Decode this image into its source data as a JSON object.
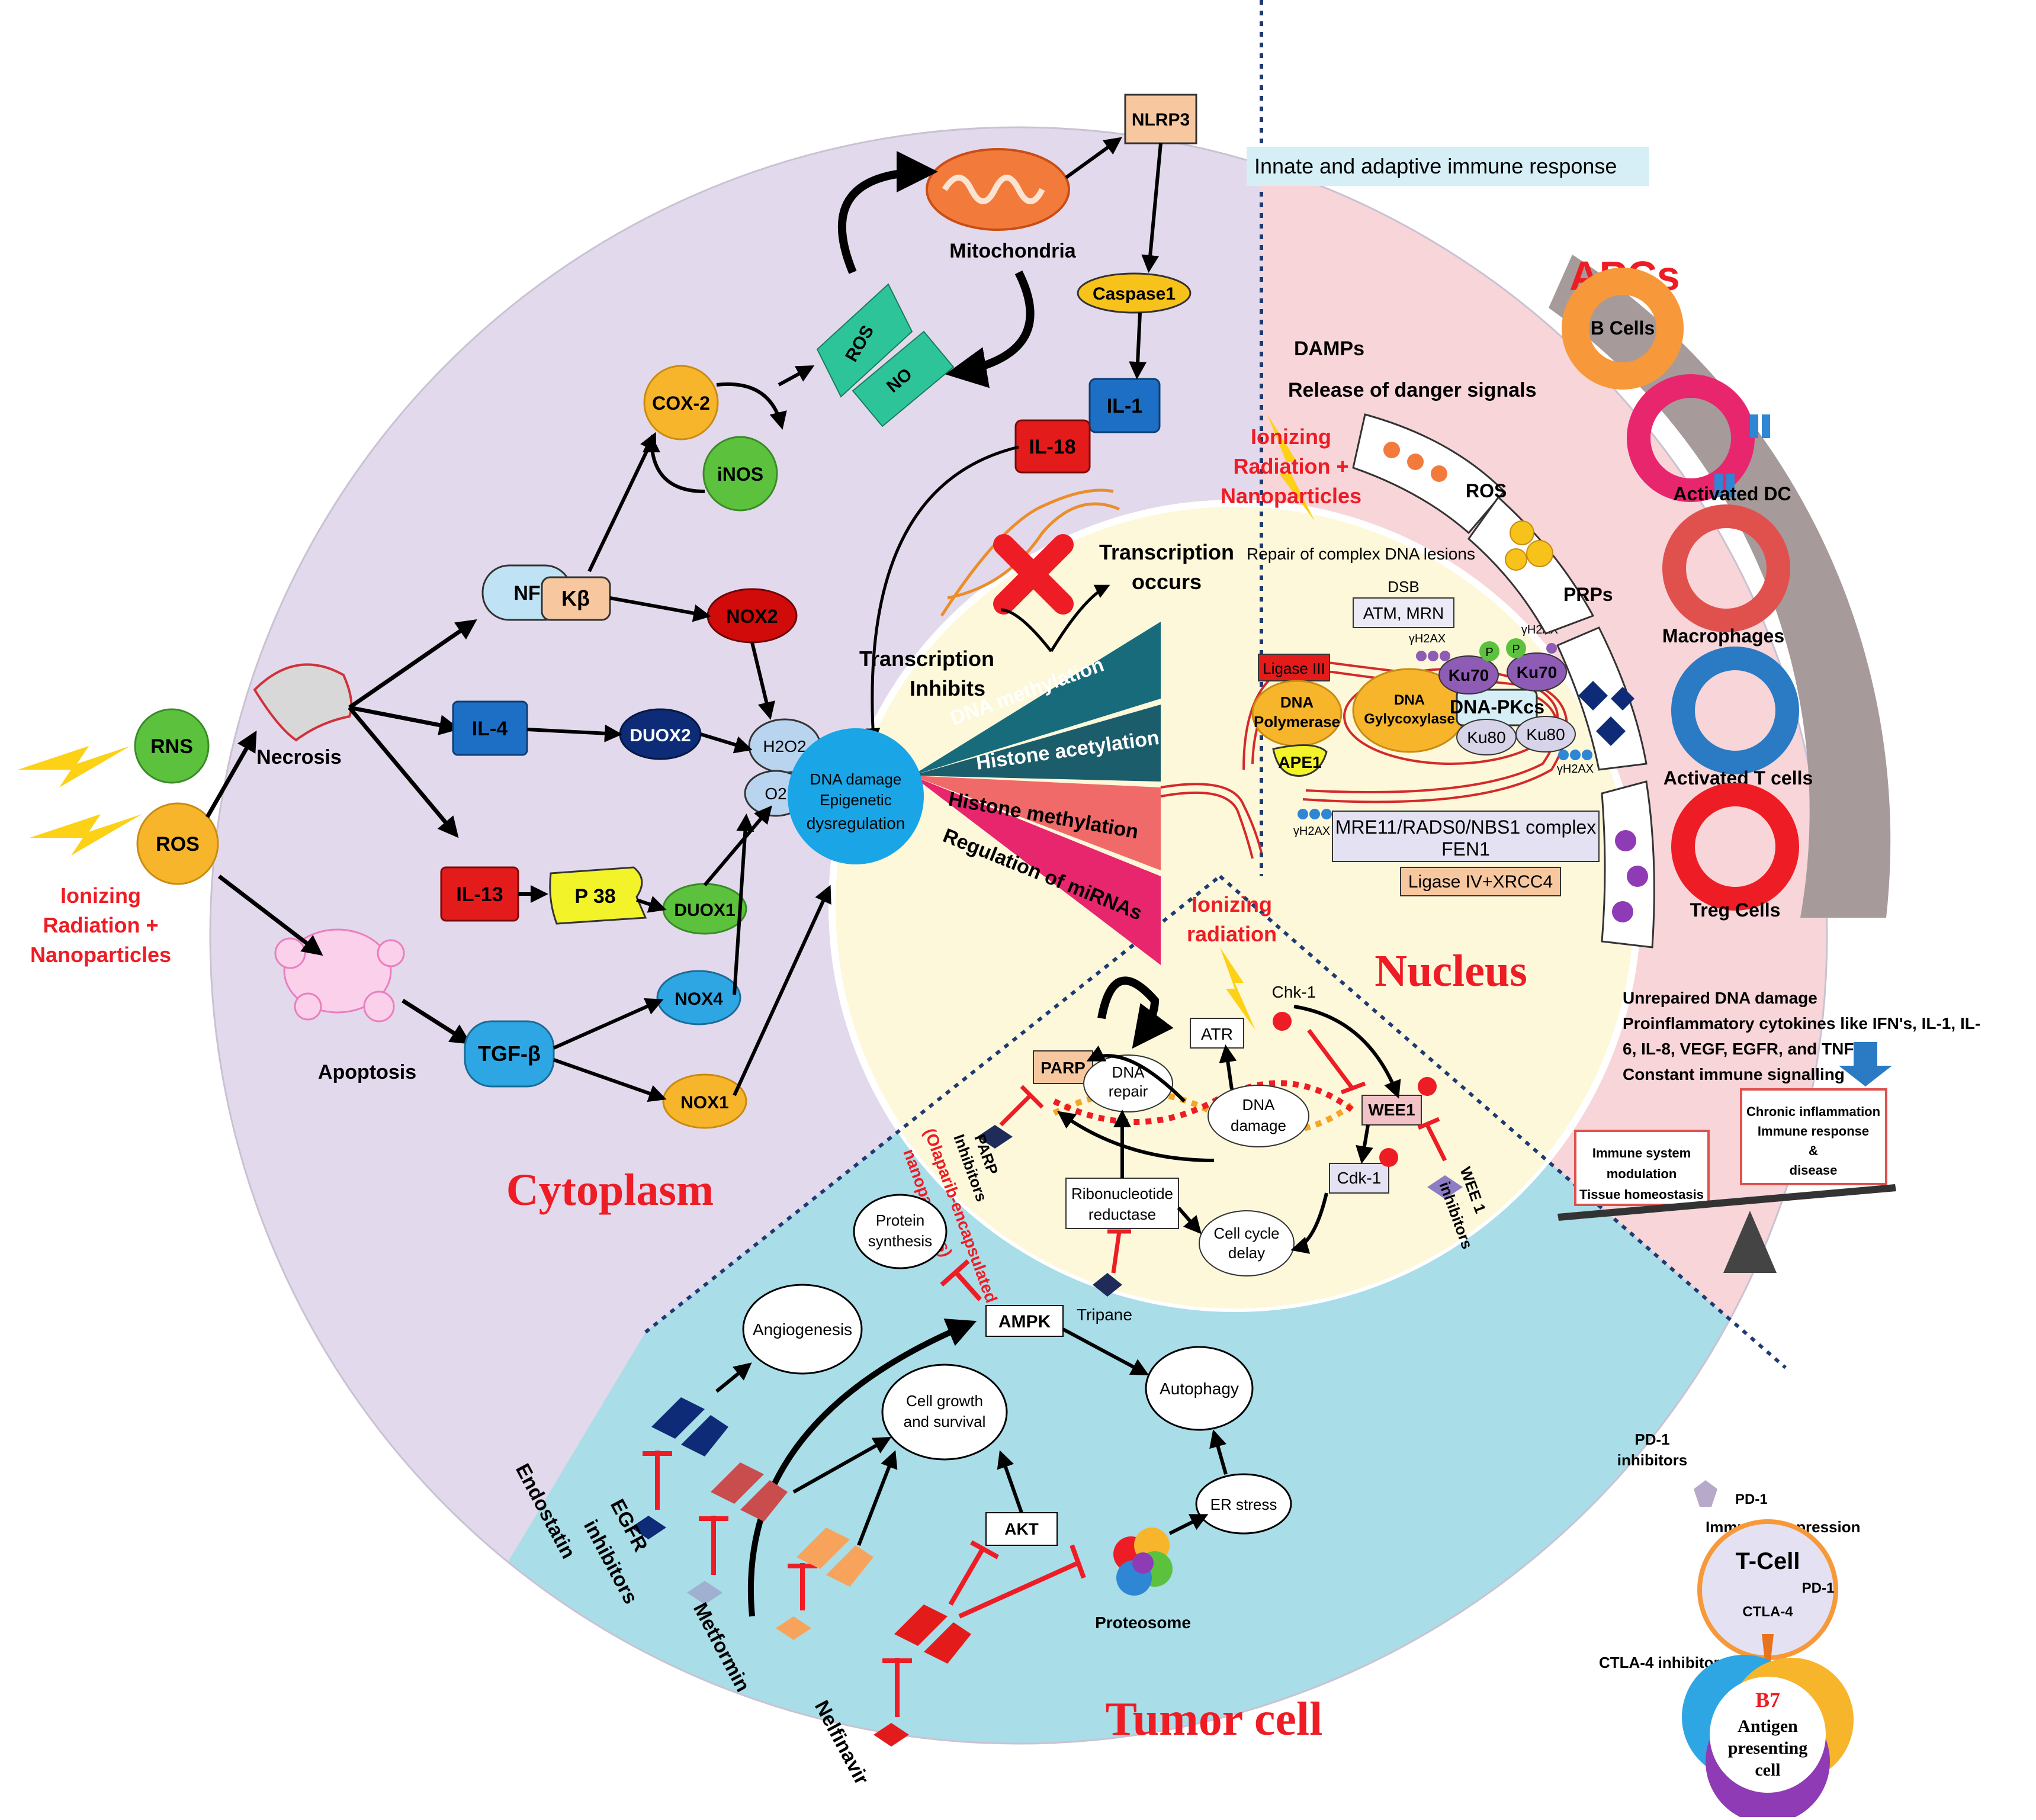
{
  "regions": {
    "cytoplasm": "Cytoplasm",
    "nucleus": "Nucleus",
    "tumor_cell": "Tumor cell",
    "immune_header": "Innate and adaptive immune response"
  },
  "left": {
    "rns": "RNS",
    "ros": "ROS",
    "ionizing_lines": [
      "Ionizing",
      "Radiation +",
      "Nanoparticles"
    ],
    "necrosis": "Necrosis",
    "apoptosis": "Apoptosis"
  },
  "cytoplasm": {
    "nf": "NF",
    "kb": "Kβ",
    "il4": "IL-4",
    "il13": "IL-13",
    "p38": "P 38",
    "tgfb": "TGF-β",
    "cox2": "COX-2",
    "inos": "iNOS",
    "nox2": "NOX2",
    "duox2": "DUOX2",
    "duox1": "DUOX1",
    "nox4": "NOX4",
    "nox1": "NOX1",
    "h2o2": "H2O2",
    "o2": "O2",
    "ros_flag": "ROS",
    "no_flag": "NO",
    "mitochondria": "Mitochondria",
    "nlrp3": "NLRP3",
    "caspase1": "Caspase1",
    "il1": "IL-1",
    "il18": "IL-18"
  },
  "nucleus": {
    "dna_damage_lines": [
      "DNA damage",
      "Epigenetic",
      "dysregulation"
    ],
    "fan": [
      "DNA methylation",
      "Histone acetylation",
      "Histone methylation",
      "Regulation of miRNAs"
    ],
    "transcription_occurs": [
      "Transcription",
      "occurs"
    ],
    "transcription_inhibits": [
      "Transcription",
      "Inhibits"
    ],
    "ionizing_top": [
      "Ionizing",
      "Radiation +",
      "Nanoparticles"
    ],
    "repair_lesions": "Repair of complex DNA lesions",
    "dsb": "DSB",
    "atm_mrn": "ATM, MRN",
    "ligase3": "Ligase III",
    "dna_polymerase": [
      "DNA",
      "Polymerase"
    ],
    "ape1": "APE1",
    "dna_glycosylase": [
      "DNA",
      "Gylycoxylase"
    ],
    "ku70": "Ku70",
    "ku80": "Ku80",
    "dna_pkcs": "DNA-PKcs",
    "gh2ax": "γH2AX",
    "p": "P",
    "mre11_lines": [
      "MRE11/RADS0/NBS1 complex",
      "FEN1"
    ],
    "ligase4": "Ligase IV+XRCC4",
    "ionizing_mid": [
      "Ionizing",
      "radiation"
    ],
    "atr": "ATR",
    "chk1": "Chk-1",
    "parp": "PARP",
    "dna_repair": [
      "DNA",
      "repair"
    ],
    "dna_damage2": [
      "DNA",
      "damage"
    ],
    "wee1": "WEE1",
    "cdk1": "Cdk-1",
    "ribonucleotide": [
      "Ribonucleotide",
      "reductase"
    ],
    "cell_cycle_delay": [
      "Cell cycle",
      "delay"
    ],
    "tripane": "Tripane",
    "parp_inhibitors": [
      "PARP",
      "Inhibitors"
    ],
    "olaparib": [
      "(Olaparib-encapsulated",
      "nanoparticles)"
    ],
    "wee1_inhibitors": [
      "WEE 1",
      "inhibitors"
    ]
  },
  "immune": {
    "damps": "DAMPs",
    "danger": "Release of danger signals",
    "ros": "ROS",
    "prps": "PRPs",
    "apcs": "APCs",
    "b_cells": "B Cells",
    "activated_dc": "Activated DC",
    "macrophages": "Macrophages",
    "activated_t": "Activated T cells",
    "treg": "Treg Cells",
    "unrepaired_lines": [
      "Unrepaired DNA damage",
      "Proinflammatory cytokines like IFN's, IL-1, IL-",
      "6, IL-8, VEGF, EGFR, and TNFα",
      "Constant immune signalling"
    ],
    "left_box": [
      "Immune system",
      "modulation",
      "Tissue homeostasis"
    ],
    "right_box": [
      "Chronic inflammation",
      "Immune response",
      "&",
      "disease"
    ],
    "pd1_inhibitors": [
      "PD-1",
      "inhibitors"
    ],
    "pd1": "PD-1",
    "immune_suppression": "Immune suppression",
    "tcell": "T-Cell",
    "pd1_inner": "PD-1",
    "ctla4": "CTLA-4",
    "ctla4_inhibitors": "CTLA-4 inhibitors",
    "b7": "B7",
    "apc_lines": [
      "Antigen",
      "presenting",
      "cell"
    ]
  },
  "tumor": {
    "protein_synthesis": [
      "Protein",
      "synthesis"
    ],
    "angiogenesis": "Angiogenesis",
    "ampk": "AMPK",
    "cell_growth": [
      "Cell growth",
      "and survival"
    ],
    "autophagy": "Autophagy",
    "akt": "AKT",
    "er_stress": "ER stress",
    "proteosome": "Proteosome",
    "endostatin": "Endostatin",
    "egfr_lines": [
      "EGFR",
      "inhibitors"
    ],
    "metformin": "Metformin",
    "nelfinavir": "Nelfinavir"
  },
  "colors": {
    "cytoplasm_bg": "#e3d9ec",
    "immune_bg": "#f7d5d8",
    "tumor_bg": "#a9dde8",
    "nucleus_bg": "#fdf8da",
    "accent_red": "#ee1c24"
  }
}
